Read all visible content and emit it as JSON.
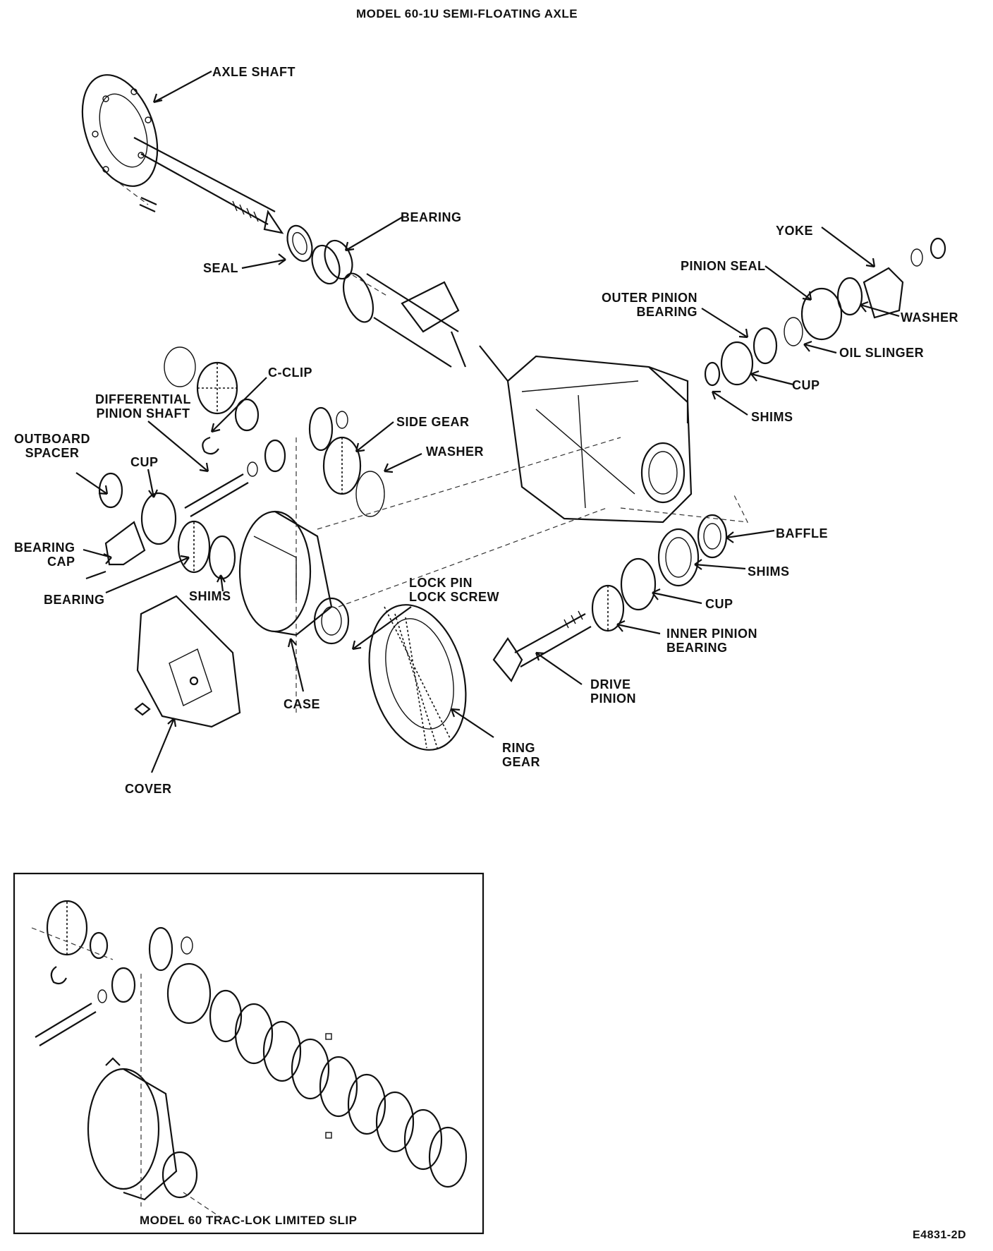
{
  "title": "MODEL 60-1U SEMI-FLOATING AXLE",
  "labels": {
    "axle_shaft": "AXLE SHAFT",
    "bearing_top": "BEARING",
    "seal": "SEAL",
    "yoke": "YOKE",
    "pinion_seal": "PINION SEAL",
    "washer_right": "WASHER",
    "outer_pinion_bearing": "OUTER PINION\nBEARING",
    "oil_slinger": "OIL SLINGER",
    "cup_right": "CUP",
    "shims_right": "SHIMS",
    "c_clip": "C-CLIP",
    "differential_pinion_shaft": "DIFFERENTIAL\nPINION SHAFT",
    "side_gear": "SIDE GEAR",
    "washer_mid": "WASHER",
    "outboard_spacer": "OUTBOARD\nSPACER",
    "cup_left": "CUP",
    "baffle": "BAFFLE",
    "shims_lower_right": "SHIMS",
    "bearing_cap": "BEARING\nCAP",
    "bearing_left": "BEARING",
    "shims_left": "SHIMS",
    "lock_pin_screw": "LOCK PIN\nLOCK SCREW",
    "cup_lower": "CUP",
    "inner_pinion_bearing": "INNER PINION\nBEARING",
    "drive_pinion": "DRIVE\nPINION",
    "case": "CASE",
    "ring_gear": "RING\nGEAR",
    "cover": "COVER"
  },
  "inset_title": "MODEL 60 TRAC-LOK LIMITED SLIP",
  "figure_id": "E4831-2D"
}
